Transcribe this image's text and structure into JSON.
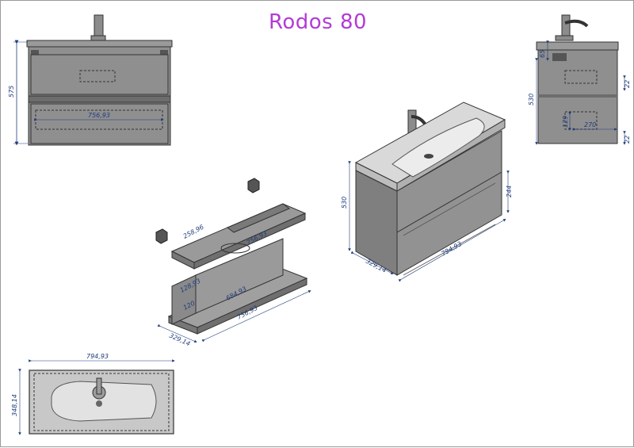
{
  "title": "Rodos 80",
  "front_view": {
    "height": "575",
    "drawer_width": "756,93"
  },
  "side_view": {
    "top_offset": "65",
    "total_height": "530",
    "gap_upper": "22",
    "gap_lower": "22",
    "cutout_height": "129",
    "cutout_width": "270"
  },
  "exploded_view": {
    "top_drawer_width": "258,96",
    "top_drawer_depth": "756,93",
    "bottom_drawer_height": "128,93",
    "bottom_drawer_length": "684,93",
    "bottom_small": "120",
    "bottom_depth": "329,14",
    "bottom_width": "756,93"
  },
  "iso_view": {
    "height": "530",
    "drawer_height": "244",
    "depth": "329,14",
    "width": "794,93"
  },
  "top_view": {
    "width": "794,93",
    "depth": "348,14"
  },
  "colors": {
    "title": "#b23bd8",
    "dimension": "#1f3b7a",
    "body": "#8a8a8a",
    "outline": "#333333"
  }
}
